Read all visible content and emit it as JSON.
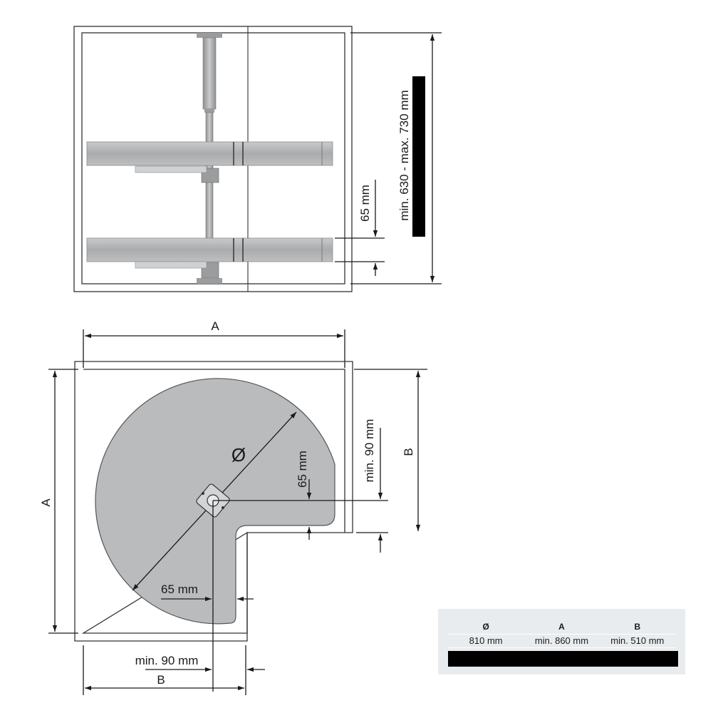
{
  "side_view": {
    "height_label": "min. 630 - max. 730 mm",
    "gap_label": "65 mm"
  },
  "top_view": {
    "dim_a_top": "A",
    "dim_a_left": "A",
    "dim_b_right": "B",
    "dim_b_bottom": "B",
    "diameter_symbol": "Ø",
    "right_gap_label": "65 mm",
    "right_min_label": "min. 90 mm",
    "bottom_gap_label": "65 mm",
    "bottom_min_label": "min. 90 mm"
  },
  "spec_table": {
    "headers": [
      "Ø",
      "A",
      "B"
    ],
    "values": [
      "810 mm",
      "min. 860 mm",
      "min. 510 mm"
    ]
  },
  "colors": {
    "tray_gray": "#b9bbbd",
    "line": "#1a1a1a",
    "table_bg": "#e9ecee"
  }
}
